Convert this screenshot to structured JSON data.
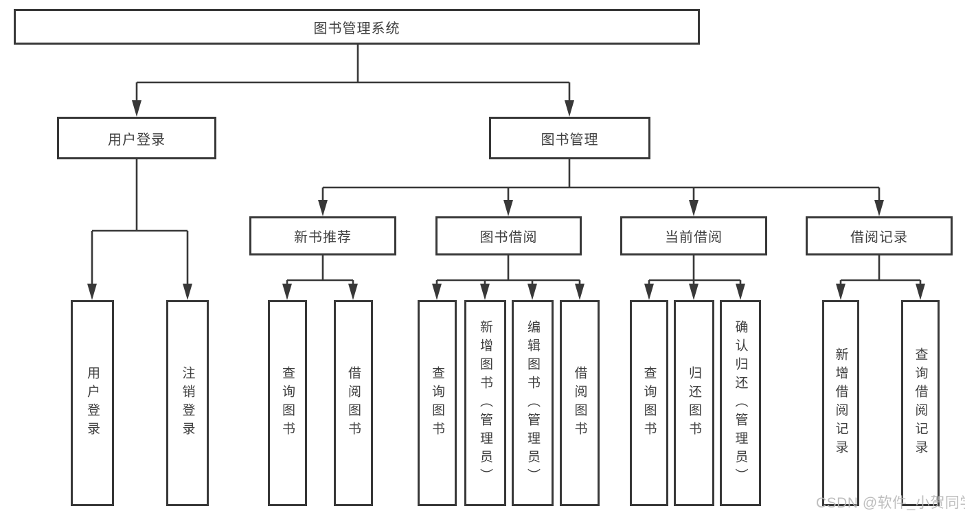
{
  "diagram": {
    "title_node": {
      "label": "图书管理系统"
    },
    "level2": [
      {
        "id": "user-login",
        "label": "用户登录"
      },
      {
        "id": "book-management",
        "label": "图书管理"
      }
    ],
    "level3": [
      {
        "id": "new-book-recommend",
        "label": "新书推荐"
      },
      {
        "id": "book-borrowing",
        "label": "图书借阅"
      },
      {
        "id": "current-borrowing",
        "label": "当前借阅"
      },
      {
        "id": "borrowing-records",
        "label": "借阅记录"
      }
    ],
    "leaves": [
      {
        "id": "user-login",
        "label": "用户登录"
      },
      {
        "id": "logout",
        "label": "注销登录"
      },
      {
        "id": "query-books-recommend",
        "label": "查询图书"
      },
      {
        "id": "borrow-books-recommend",
        "label": "借阅图书"
      },
      {
        "id": "query-books-borrowing",
        "label": "查询图书"
      },
      {
        "id": "add-books-admin",
        "label": "新增图书（管理员）"
      },
      {
        "id": "edit-books-admin",
        "label": "编辑图书（管理员）"
      },
      {
        "id": "borrow-books-borrowing",
        "label": "借阅图书"
      },
      {
        "id": "query-books-current",
        "label": "查询图书"
      },
      {
        "id": "return-books",
        "label": "归还图书"
      },
      {
        "id": "confirm-return-admin",
        "label": "确认归还（管理员）"
      },
      {
        "id": "add-borrow-record",
        "label": "新增借阅记录"
      },
      {
        "id": "query-borrow-record",
        "label": "查询借阅记录"
      }
    ]
  },
  "watermark": {
    "text": "CSDN @软件_小贺同学"
  },
  "colors": {
    "line": "#383838",
    "text": "#3f3f3f",
    "watermark": "#b9b9b9",
    "background": "#ffffff"
  }
}
